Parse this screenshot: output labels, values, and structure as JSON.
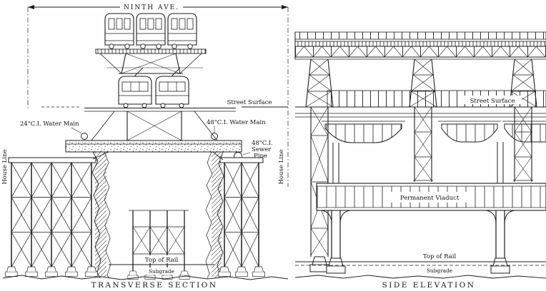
{
  "figure": {
    "dimension_label": "NINTH AVE.",
    "caption_left": "TRANSVERSE SECTION",
    "caption_right": "SIDE ELEVATION"
  },
  "transverse": {
    "house_line_left": "House Line",
    "house_line_right": "House Line",
    "street_surface": "Street Surface",
    "water_main_left": "24\"C.I. Water Main",
    "water_main_right": "48\"C.I. Water Main",
    "sewer_line1": "48\"C.I.",
    "sewer_line2": "Sewer",
    "sewer_line3": "Pipe",
    "top_of_rail": "Top of Rail",
    "subgrade": "Subgrade"
  },
  "side_elevation": {
    "street_surface": "Street Surface",
    "permanent_viaduct": "Permanent Viaduct",
    "top_of_rail": "Top of Rail",
    "subgrade": "Subgrade"
  },
  "colors": {
    "ink": "#1d1d1d",
    "paper": "#fefefe"
  }
}
